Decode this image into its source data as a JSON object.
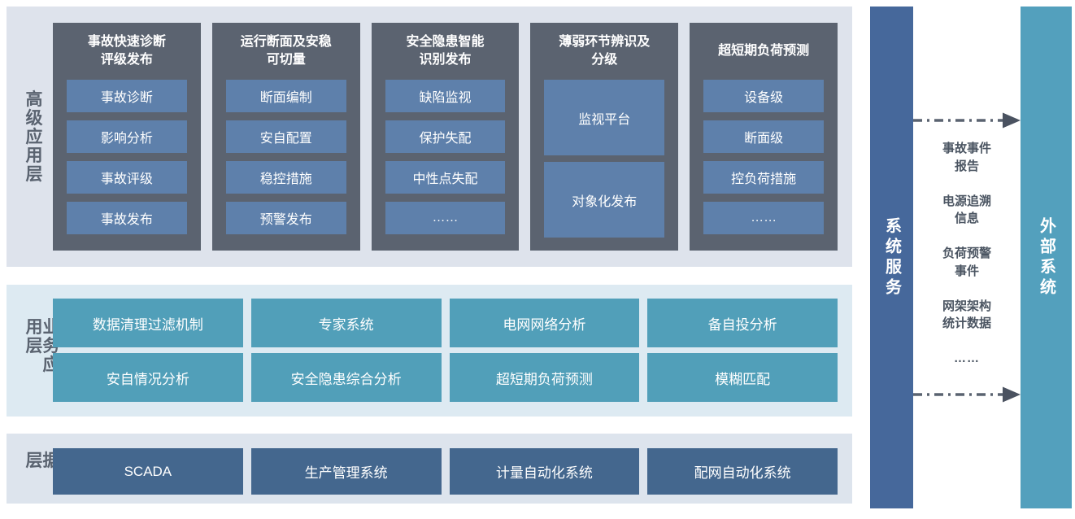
{
  "colors": {
    "band_advanced_bg": "#dee3ec",
    "band_business_bg": "#ddeaf2",
    "band_data_bg": "#dde4ed",
    "group_box_bg": "#5b6370",
    "top_item_bg": "#5e80ab",
    "business_item_bg": "#519fb9",
    "data_item_bg": "#44678e",
    "system_service_bar_bg": "#46689b",
    "external_system_bar_bg": "#53a0bd",
    "label_text": "#5a6370",
    "exchange_text": "#4b5562",
    "arrow_color": "#5a6370",
    "arrow_head": "#4a5260",
    "item_text": "#ffffff"
  },
  "layers": {
    "advanced": {
      "label": "高级应用层",
      "groups": [
        {
          "title": "事故快速诊断\n评级发布",
          "items": [
            "事故诊断",
            "影响分析",
            "事故评级",
            "事故发布"
          ]
        },
        {
          "title": "运行断面及安稳\n可切量",
          "items": [
            "断面编制",
            "安自配置",
            "稳控措施",
            "预警发布"
          ]
        },
        {
          "title": "安全隐患智能\n识别发布",
          "items": [
            "缺陷监视",
            "保护失配",
            "中性点失配",
            "……"
          ]
        },
        {
          "title": "薄弱环节辨识及\n分级",
          "items": [
            "监视平台",
            "对象化发布"
          ]
        },
        {
          "title": "超短期负荷预测",
          "items": [
            "设备级",
            "断面级",
            "控负荷措施",
            "……"
          ]
        }
      ]
    },
    "business": {
      "label": "业务应用层",
      "items": [
        "数据清理过滤机制",
        "专家系统",
        "电网网络分析",
        "备自投分析",
        "安自情况分析",
        "安全隐患综合分析",
        "超短期负荷预测",
        "模糊匹配"
      ]
    },
    "data": {
      "label": "数据层",
      "items": [
        "SCADA",
        "生产管理系统",
        "计量自动化系统",
        "配网自动化系统"
      ]
    }
  },
  "right_panel": {
    "system_service_label": "系统服务",
    "external_system_label": "外部系统",
    "exchange_items": [
      "事故事件\n报告",
      "电源追溯\n信息",
      "负荷预警\n事件",
      "网架架构\n统计数据",
      "……"
    ]
  }
}
